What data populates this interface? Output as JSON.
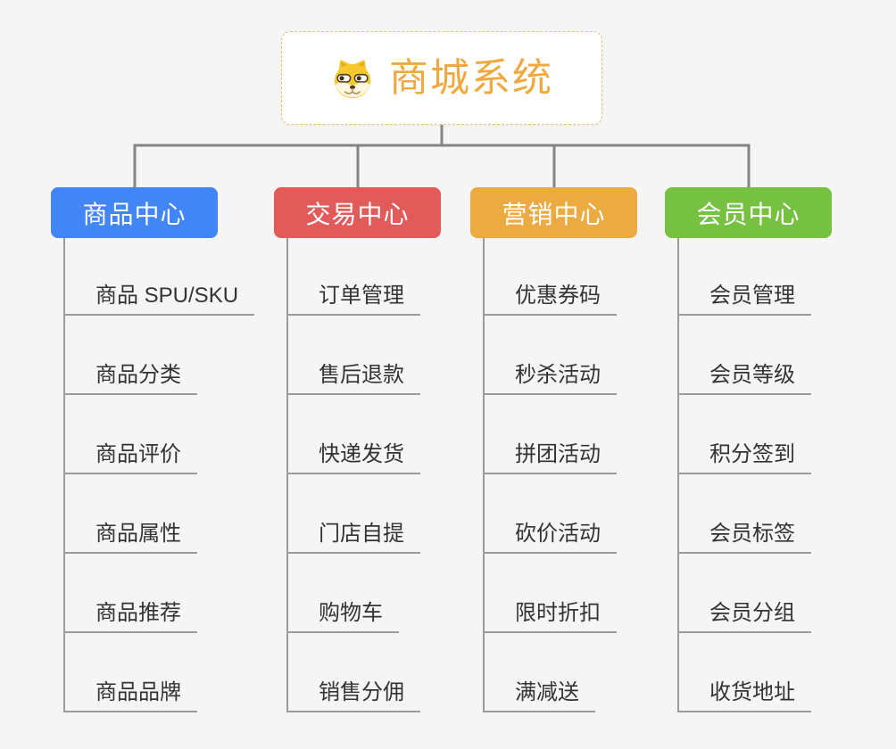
{
  "root": {
    "title": "商城系统",
    "icon": "dog-face-icon"
  },
  "branches": [
    {
      "label": "商品中心",
      "color": "#4285F4",
      "items": [
        "商品 SPU/SKU",
        "商品分类",
        "商品评价",
        "商品属性",
        "商品推荐",
        "商品品牌"
      ]
    },
    {
      "label": "交易中心",
      "color": "#E25B5B",
      "items": [
        "订单管理",
        "售后退款",
        "快递发货",
        "门店自提",
        "购物车",
        "销售分佣"
      ]
    },
    {
      "label": "营销中心",
      "color": "#EBAB41",
      "items": [
        "优惠券码",
        "秒杀活动",
        "拼团活动",
        "砍价活动",
        "限时折扣",
        "满减送"
      ]
    },
    {
      "label": "会员中心",
      "color": "#77C142",
      "items": [
        "会员管理",
        "会员等级",
        "积分签到",
        "会员标签",
        "会员分组",
        "收货地址"
      ]
    }
  ],
  "colors": {
    "background": "#F5F5F5",
    "connector": "#848484",
    "item_line": "#9B9B9B",
    "item_text": "#333333",
    "root_text": "#F0A840",
    "root_border": "#EDBE6E",
    "branch_text": "#FFFFFF"
  }
}
